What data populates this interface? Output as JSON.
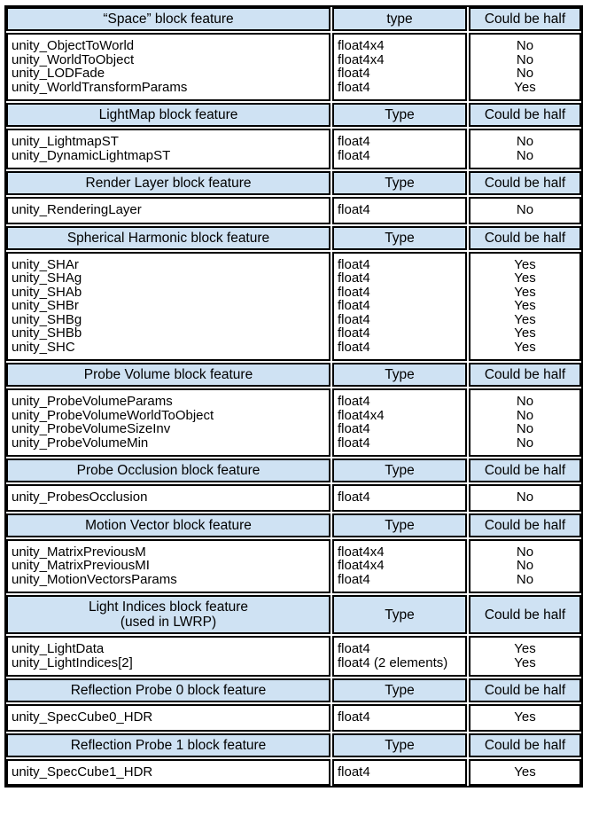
{
  "table": {
    "colors": {
      "header_bg": "#cfe2f3",
      "border": "#000000",
      "text": "#000000",
      "row_bg": "#ffffff"
    },
    "sections": [
      {
        "title_lines": [
          "“Space” block feature"
        ],
        "type_label": "type",
        "half_label": "Could be half",
        "features": [
          "unity_ObjectToWorld",
          "unity_WorldToObject",
          "unity_LODFade",
          "unity_WorldTransformParams"
        ],
        "types": [
          "float4x4",
          "float4x4",
          "float4",
          "float4"
        ],
        "halves": [
          "No",
          "No",
          "No",
          "Yes"
        ]
      },
      {
        "title_lines": [
          "LightMap block feature"
        ],
        "type_label": "Type",
        "half_label": "Could be half",
        "features": [
          "unity_LightmapST",
          "unity_DynamicLightmapST"
        ],
        "types": [
          "float4",
          "float4"
        ],
        "halves": [
          "No",
          "No"
        ]
      },
      {
        "title_lines": [
          "Render Layer block feature"
        ],
        "type_label": "Type",
        "half_label": "Could be half",
        "features": [
          "unity_RenderingLayer"
        ],
        "types": [
          "float4"
        ],
        "halves": [
          "No"
        ]
      },
      {
        "title_lines": [
          "Spherical Harmonic block feature"
        ],
        "type_label": "Type",
        "half_label": "Could be half",
        "features": [
          "unity_SHAr",
          "unity_SHAg",
          "unity_SHAb",
          "unity_SHBr",
          "unity_SHBg",
          "unity_SHBb",
          "unity_SHC"
        ],
        "types": [
          "float4",
          "float4",
          "float4",
          "float4",
          "float4",
          "float4",
          "float4"
        ],
        "halves": [
          "Yes",
          "Yes",
          "Yes",
          "Yes",
          "Yes",
          "Yes",
          "Yes"
        ]
      },
      {
        "title_lines": [
          "Probe Volume block feature"
        ],
        "type_label": "Type",
        "half_label": "Could be half",
        "features": [
          "unity_ProbeVolumeParams",
          "unity_ProbeVolumeWorldToObject",
          "unity_ProbeVolumeSizeInv",
          "unity_ProbeVolumeMin"
        ],
        "types": [
          "float4",
          "float4x4",
          "float4",
          "float4"
        ],
        "halves": [
          "No",
          "No",
          "No",
          "No"
        ]
      },
      {
        "title_lines": [
          "Probe Occlusion block feature"
        ],
        "type_label": "Type",
        "half_label": "Could be half",
        "features": [
          "unity_ProbesOcclusion"
        ],
        "types": [
          "float4"
        ],
        "halves": [
          "No"
        ]
      },
      {
        "title_lines": [
          "Motion Vector block feature"
        ],
        "type_label": "Type",
        "half_label": "Could be half",
        "features": [
          "unity_MatrixPreviousM",
          "unity_MatrixPreviousMI",
          "unity_MotionVectorsParams"
        ],
        "types": [
          "float4x4",
          "float4x4",
          "float4"
        ],
        "halves": [
          "No",
          "No",
          "No"
        ]
      },
      {
        "title_lines": [
          "Light Indices block feature",
          "(used in LWRP)"
        ],
        "type_label": "Type",
        "half_label": "Could be half",
        "features": [
          "unity_LightData",
          "unity_LightIndices[2]"
        ],
        "types": [
          "float4",
          "float4 (2 elements)"
        ],
        "halves": [
          "Yes",
          "Yes"
        ]
      },
      {
        "title_lines": [
          "Reflection Probe 0 block feature"
        ],
        "type_label": "Type",
        "half_label": "Could be half",
        "features": [
          "unity_SpecCube0_HDR"
        ],
        "types": [
          "float4"
        ],
        "halves": [
          "Yes"
        ]
      },
      {
        "title_lines": [
          "Reflection Probe 1 block feature"
        ],
        "type_label": "Type",
        "half_label": "Could be half",
        "features": [
          "unity_SpecCube1_HDR"
        ],
        "types": [
          "float4"
        ],
        "halves": [
          "Yes"
        ]
      }
    ]
  }
}
